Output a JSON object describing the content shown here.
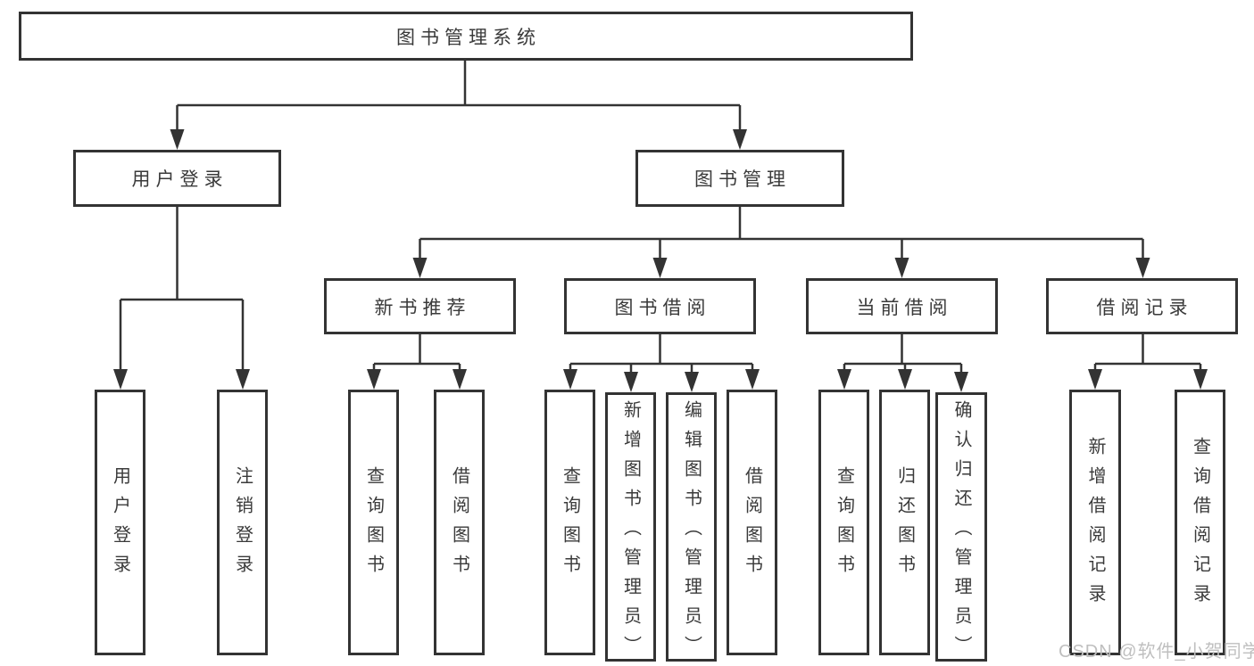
{
  "diagram": {
    "title_node": {
      "label": "图书管理系统"
    },
    "level2": [
      {
        "label": "用户登录"
      },
      {
        "label": "图书管理"
      }
    ],
    "level3": [
      {
        "label": "新书推荐"
      },
      {
        "label": "图书借阅"
      },
      {
        "label": "当前借阅"
      },
      {
        "label": "借阅记录"
      }
    ],
    "leaves": {
      "login": [
        "用户登录",
        "注销登录"
      ],
      "recommend": [
        "查询图书",
        "借阅图书"
      ],
      "borrow": [
        "查询图书",
        "新增图书（管理员）",
        "编辑图书（管理员）",
        "借阅图书"
      ],
      "current": [
        "查询图书",
        "归还图书",
        "确认归还（管理员）"
      ],
      "records": [
        "新增借阅记录",
        "查询借阅记录"
      ]
    },
    "line_color": "#333333",
    "text_color": "#3a3a3a"
  },
  "watermark": {
    "text": "CSDN @软件_小贺同学",
    "color": "#bfbfbf"
  }
}
